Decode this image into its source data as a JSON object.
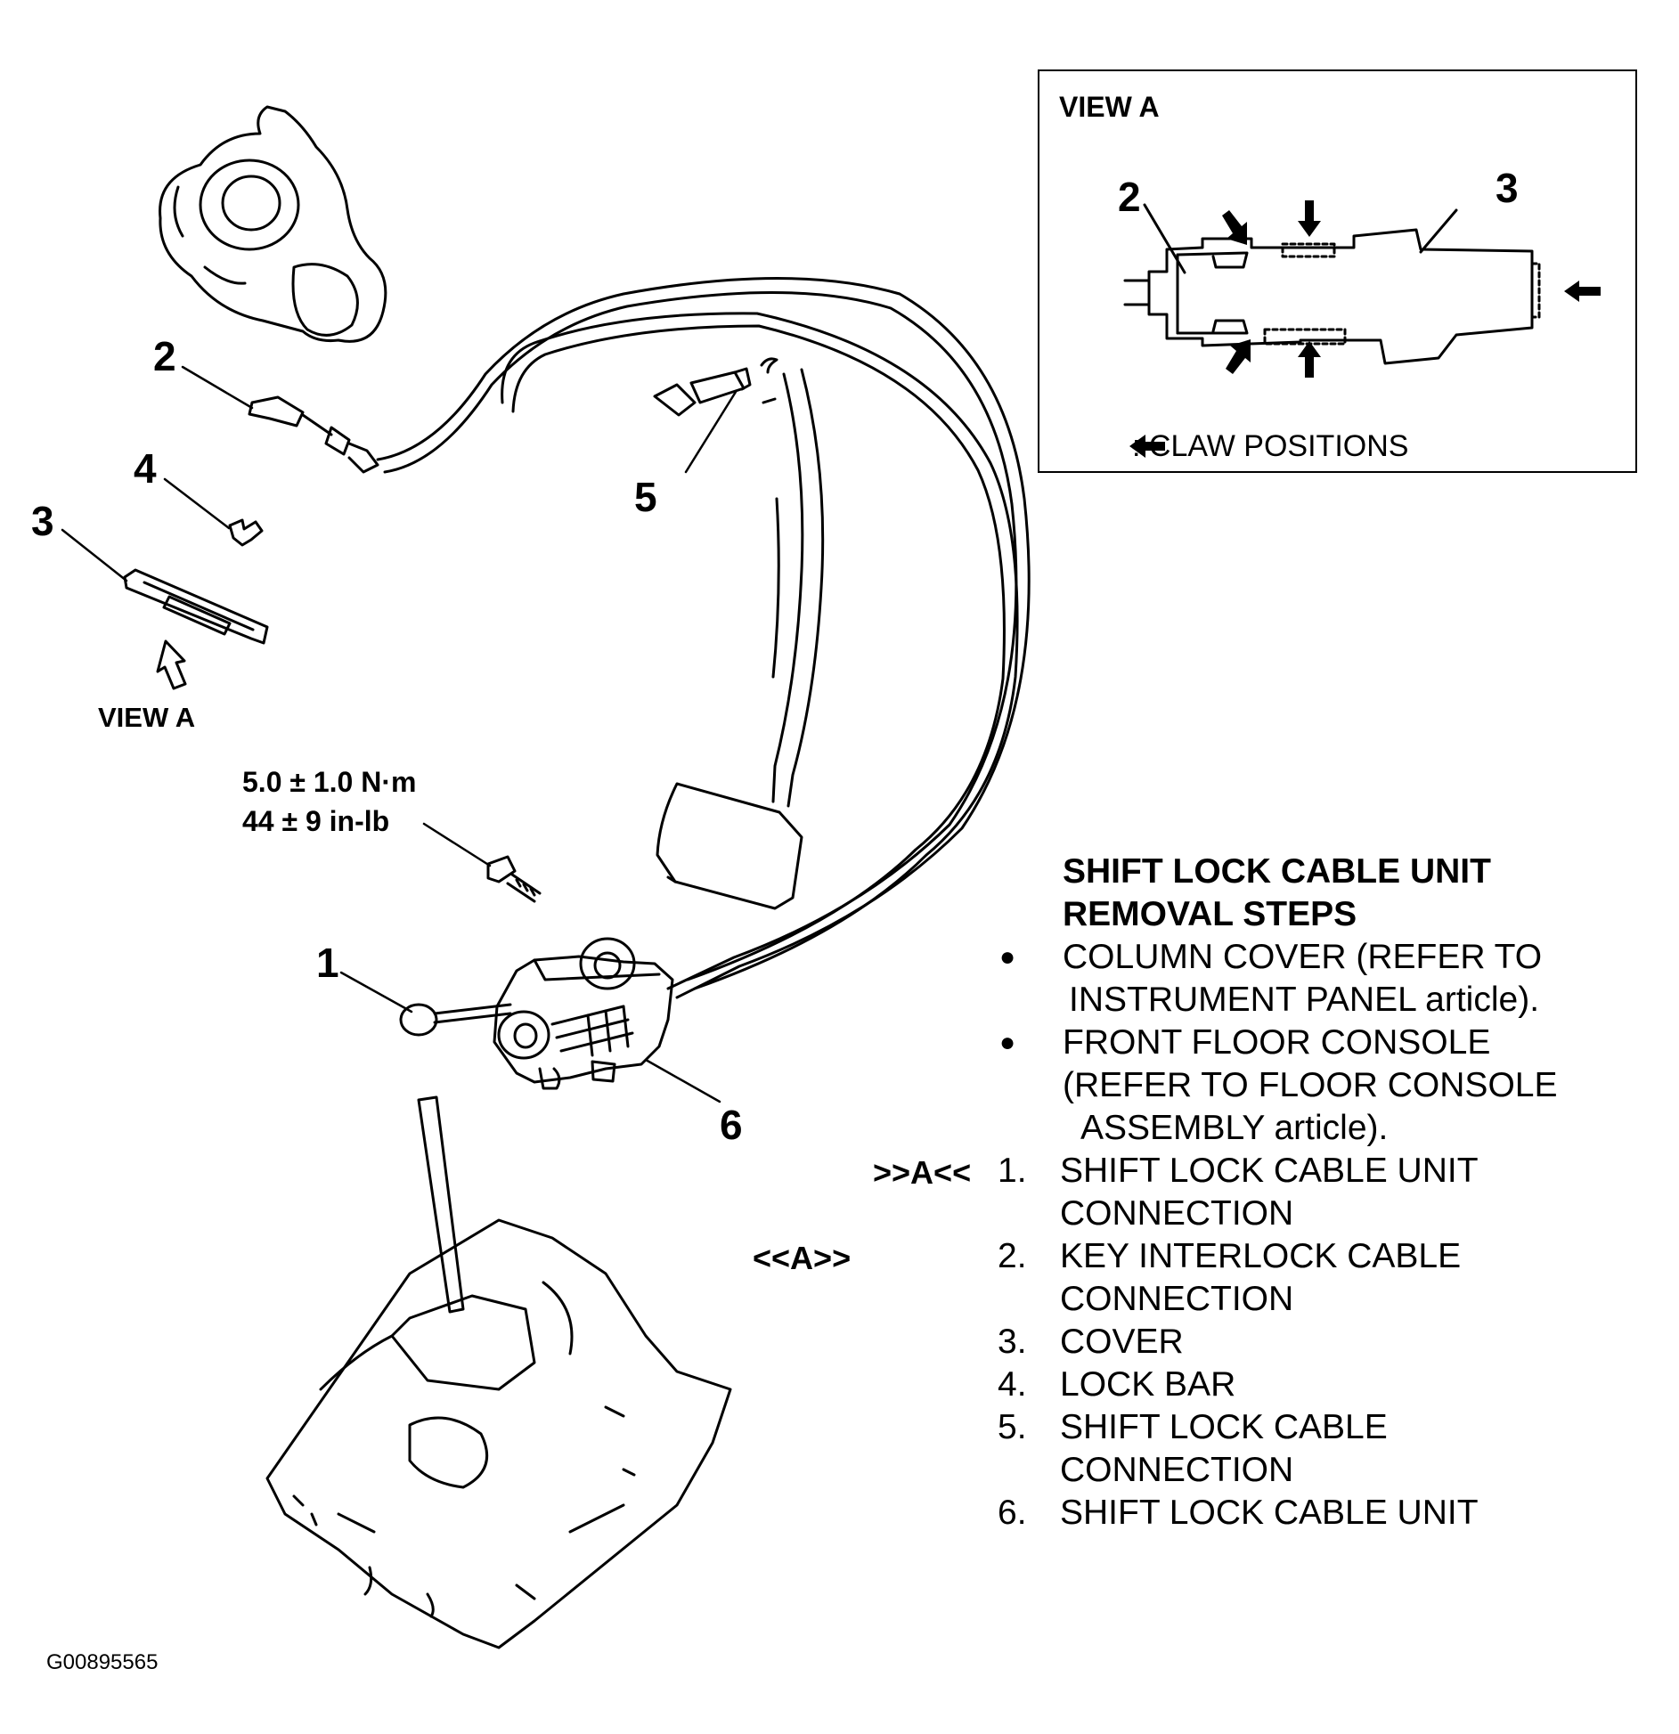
{
  "figure_id": "G00895565",
  "callouts": {
    "c1": "1",
    "c2": "2",
    "c3": "3",
    "c4": "4",
    "c5": "5",
    "c6": "6"
  },
  "view_a_label": "VIEW A",
  "torque": {
    "metric": "5.0 ± 1.0 N·m",
    "imperial": "44 ± 9 in-lb"
  },
  "view_a_box": {
    "title": "VIEW A",
    "callout_2": "2",
    "callout_3": "3",
    "legend": ": CLAW POSITIONS"
  },
  "removal_steps": {
    "heading_line1": "SHIFT LOCK CABLE UNIT",
    "heading_line2": "REMOVAL STEPS",
    "bullets": [
      {
        "line1": "COLUMN COVER (REFER TO",
        "line2": "INSTRUMENT PANEL article)."
      },
      {
        "line1": "FRONT FLOOR CONSOLE",
        "line2": "(REFER TO FLOOR CONSOLE",
        "line3": "ASSEMBLY article)."
      }
    ],
    "steps": [
      {
        "num": "1.",
        "code": ">>A<<",
        "line1": "SHIFT LOCK CABLE UNIT",
        "line2": "CONNECTION"
      },
      {
        "num": "2.",
        "code": "<<A>>",
        "line1": "KEY INTERLOCK CABLE",
        "line2": "CONNECTION"
      },
      {
        "num": "3.",
        "line1": "COVER"
      },
      {
        "num": "4.",
        "line1": "LOCK BAR"
      },
      {
        "num": "5.",
        "line1": "SHIFT LOCK CABLE",
        "line2": "CONNECTION"
      },
      {
        "num": "6.",
        "line1": "SHIFT LOCK CABLE UNIT"
      }
    ]
  }
}
